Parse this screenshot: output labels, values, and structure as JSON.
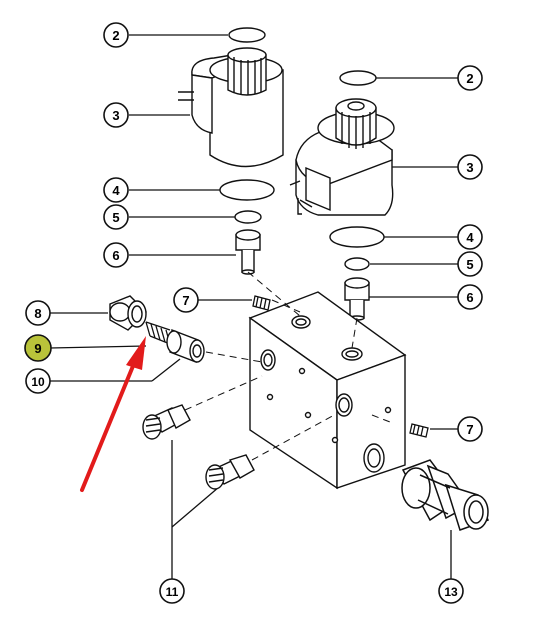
{
  "callouts": [
    {
      "id": "c2a",
      "label": "2"
    },
    {
      "id": "c3a",
      "label": "3"
    },
    {
      "id": "c4a",
      "label": "4"
    },
    {
      "id": "c5a",
      "label": "5"
    },
    {
      "id": "c6a",
      "label": "6"
    },
    {
      "id": "c2b",
      "label": "2"
    },
    {
      "id": "c3b",
      "label": "3"
    },
    {
      "id": "c4b",
      "label": "4"
    },
    {
      "id": "c5b",
      "label": "5"
    },
    {
      "id": "c6b",
      "label": "6"
    },
    {
      "id": "c7a",
      "label": "7"
    },
    {
      "id": "c8",
      "label": "8"
    },
    {
      "id": "c9",
      "label": "9",
      "highlight": true
    },
    {
      "id": "c10",
      "label": "10"
    },
    {
      "id": "c7b",
      "label": "7"
    },
    {
      "id": "c11",
      "label": "11"
    },
    {
      "id": "c13",
      "label": "13"
    }
  ],
  "colors": {
    "line": "#111111",
    "highlight": "#b9c33a",
    "arrow": "#e21b1b"
  }
}
